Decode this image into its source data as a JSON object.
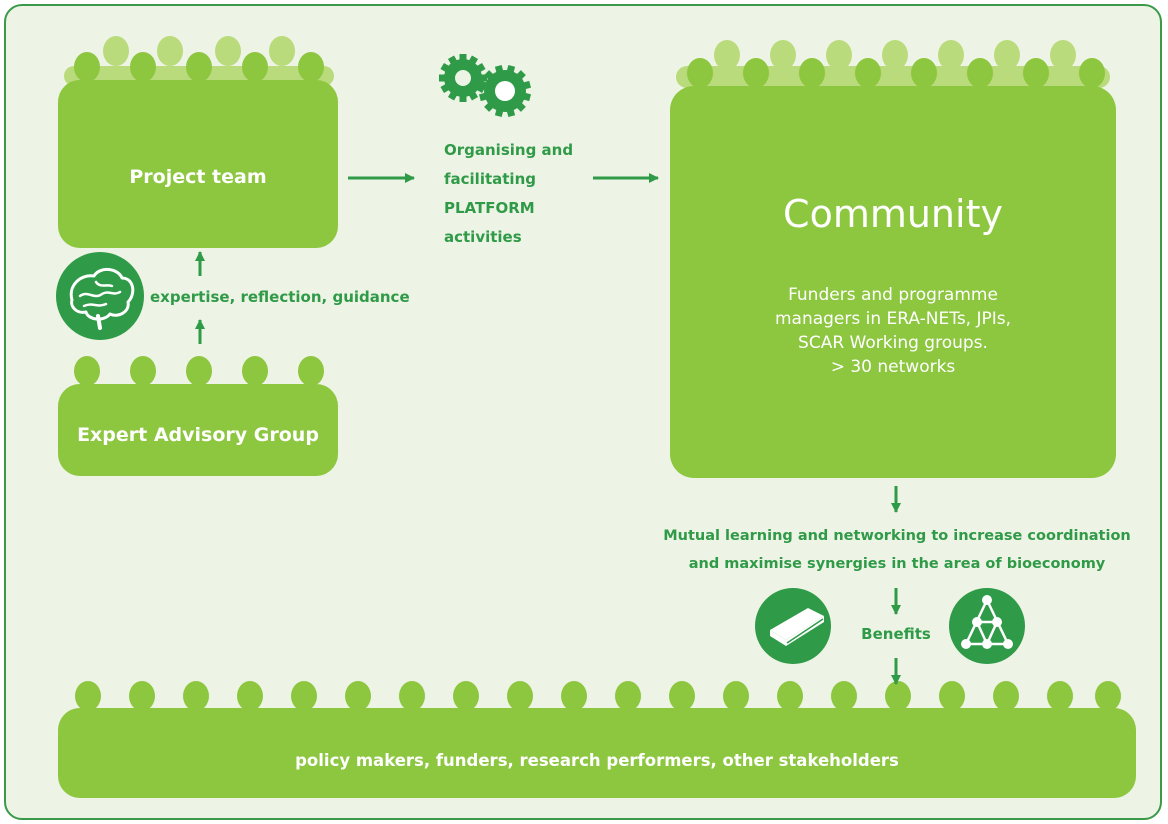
{
  "colors": {
    "frame_border": "#3a9a4a",
    "background": "#eef4e5",
    "group_fill": "#8dc63f",
    "group_back_fill": "#b9db7c",
    "dark_green": "#2f9a47",
    "label_white": "#ffffff"
  },
  "project_team": {
    "label": "Project team"
  },
  "expert_advisory_group": {
    "label": "Expert Advisory Group"
  },
  "advisory_link": {
    "label": "expertise, reflection, guidance",
    "icon": "brain-icon"
  },
  "platform": {
    "label": "Organising and facilitating PLATFORM activities",
    "icon": "gears-icon"
  },
  "community": {
    "title": "Community",
    "description_lines": [
      "Funders and programme",
      "managers in ERA-NETs, JPIs,",
      "SCAR Working groups.",
      "> 30 networks"
    ]
  },
  "outcome": {
    "lines": [
      "Mutual learning and networking to increase coordination",
      "and maximise synergies in the area of bioeconomy"
    ]
  },
  "benefits": {
    "label": "Benefits",
    "icons": [
      "book-icon",
      "network-icon"
    ]
  },
  "stakeholders": {
    "label": "policy makers, funders, research performers, other stakeholders"
  }
}
